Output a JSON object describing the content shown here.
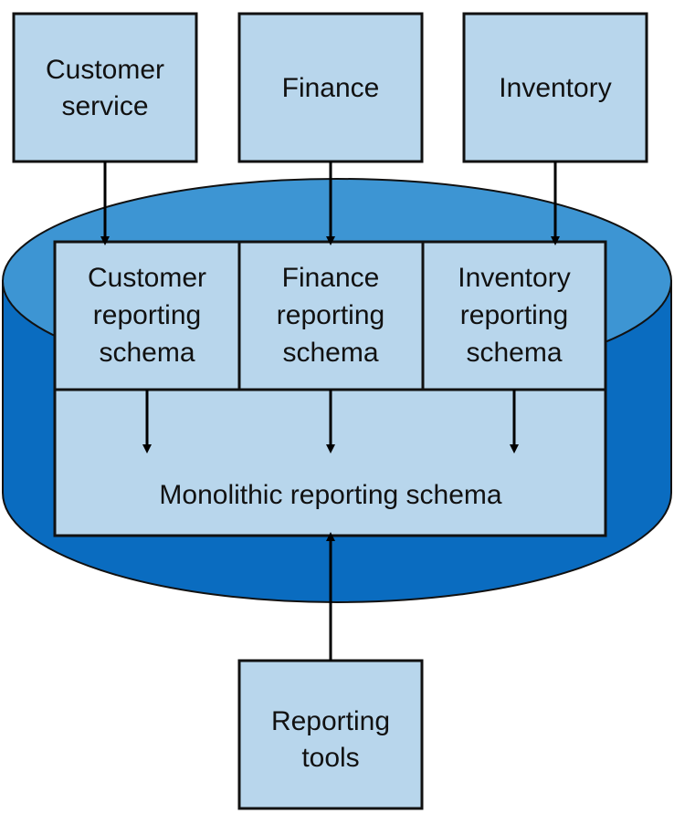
{
  "colors": {
    "box_fill": "#b8d6ec",
    "box_stroke": "#111111",
    "cylinder_body": "#0a6cc0",
    "cylinder_top": "#3d95d3",
    "arrow": "#000000"
  },
  "services": {
    "customer": [
      "Customer",
      "service"
    ],
    "finance": [
      "Finance"
    ],
    "inventory": [
      "Inventory"
    ]
  },
  "schemas": {
    "customer": [
      "Customer",
      "reporting",
      "schema"
    ],
    "finance": [
      "Finance",
      "reporting",
      "schema"
    ],
    "inventory": [
      "Inventory",
      "reporting",
      "schema"
    ]
  },
  "monolith": {
    "label": "Monolithic reporting schema"
  },
  "tools": [
    "Reporting",
    "tools"
  ]
}
